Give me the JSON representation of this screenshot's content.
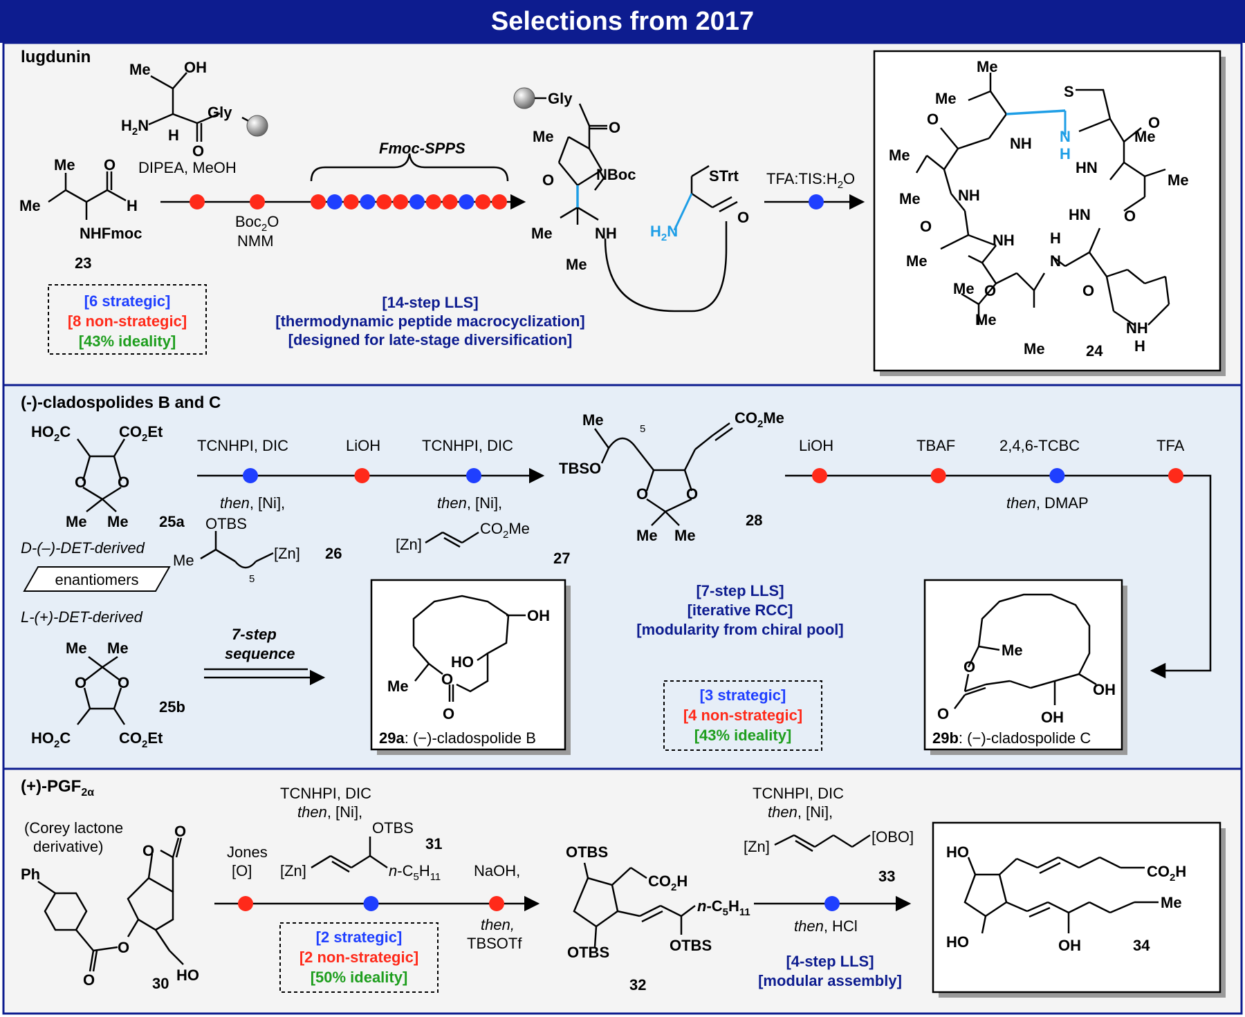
{
  "title": "Selections from 2017",
  "colors": {
    "strategic": "#1f3fff",
    "non_strategic": "#ff2a1a",
    "ideality": "#1e9e1e",
    "summary": "#0d1c8f",
    "highlight": "#1e9ee6",
    "title_bar": "#0d1c8f"
  },
  "lugdunin": {
    "heading": "lugdunin",
    "sm_label": "23",
    "sm_me": "Me",
    "sm_o": "O",
    "sm_h": "H",
    "sm_nhfmoc": "NHFmoc",
    "thr_me": "Me",
    "thr_oh": "OH",
    "thr_h2n": "H2N",
    "thr_h": "H",
    "thr_o": "O",
    "thr_gly": "Gly",
    "cond_top": "DIPEA, MeOH",
    "cond_boc": "Boc",
    "cond_boc_sub": "2",
    "cond_boc_tail": "O",
    "cond_nmm": "NMM",
    "spps": "Fmoc-SPPS",
    "int_gly": "Gly",
    "int_o": "O",
    "int_me": "Me",
    "int_nboc": "NBoc",
    "int_nh": "NH",
    "int_me2": "Me",
    "int_strt": "STrt",
    "int_h2n": "H2N",
    "cond_final": "TFA:TIS:H",
    "cond_final_sub": "2",
    "cond_final_tail": "O",
    "strategic": "[6 strategic]",
    "non_strategic": "[8 non-strategic]",
    "ideality": "[43% ideality]",
    "summary": [
      "[14-step LLS]",
      "[thermodynamic peptide macrocyclization]",
      "[designed for late-stage diversification]"
    ],
    "product_label": "24",
    "product_atoms": {
      "me": "Me",
      "s": "S",
      "nh": "NH",
      "n": "N",
      "h": "H",
      "o": "O",
      "hn": "HN",
      "meo": "Me"
    },
    "sequence": [
      "non",
      "non",
      "non",
      "strategic",
      "non",
      "strategic",
      "non",
      "non",
      "strategic",
      "non",
      "non",
      "strategic",
      "non",
      "non"
    ]
  },
  "cladospolides": {
    "heading": "(-)-cladospolides B and C",
    "sm_a_label": "25a",
    "sm_b_label": "25b",
    "sm_ho2c": "HO2C",
    "sm_co2et": "CO2Et",
    "sm_o": "O",
    "sm_me": "Me",
    "d_derived": "D-(–)-DET-derived",
    "enantiomers": "enantiomers",
    "l_derived": "L-(+)-DET-derived",
    "step1": "TCNHPI, DIC",
    "step2": "LiOH",
    "step3": "TCNHPI, DIC",
    "then_ni": "then, [Ni],",
    "reagent26_otbs": "OTBS",
    "reagent26_zn": "[Zn]",
    "reagent26_me": "Me",
    "reagent26_sub": "5",
    "reagent26_label": "26",
    "reagent27_zn": "[Zn]",
    "reagent27_co2me": "CO2Me",
    "reagent27_label": "27",
    "int_label": "28",
    "int_me": "Me",
    "int_tbso": "TBSO",
    "int_sub": "5",
    "int_co2me": "CO2Me",
    "int_o": "O",
    "step4": "LiOH",
    "step5": "TBAF",
    "step6": "2,4,6-TCBC",
    "step7": "TFA",
    "then_dmap": "then, DMAP",
    "seven_step": "7-step",
    "sequence_word": "sequence",
    "summary": [
      "[7-step LLS]",
      "[iterative RCC]",
      "[modularity from chiral pool]"
    ],
    "strategic": "[3 strategic]",
    "non_strategic": "[4 non-strategic]",
    "ideality": "[43% ideality]",
    "product_b_label": "29a",
    "product_b_name": ": (−)-cladospolide B",
    "product_c_label": "29b",
    "product_c_name": ": (−)-cladospolide C",
    "product_atoms": {
      "oh": "OH",
      "ho": "HO",
      "o": "O",
      "me": "Me"
    },
    "dots_left": [
      "strategic",
      "non",
      "strategic"
    ],
    "dots_right": [
      "non",
      "non",
      "strategic",
      "non"
    ]
  },
  "pgf": {
    "heading": "(+)-PGF",
    "heading_sub": "2α",
    "corey": [
      "(Corey lactone",
      "derivative)"
    ],
    "sm_label": "30",
    "sm_ph": "Ph",
    "sm_o": "O",
    "sm_ho": "HO",
    "step1": "Jones",
    "step1b": "[O]",
    "step2a": "TCNHPI, DIC",
    "step2b": "then, [Ni],",
    "reagent31_otbs": "OTBS",
    "reagent31_label": "31",
    "reagent31_zn": "[Zn]",
    "reagent31_chain": "n-C5H11",
    "step3a": "NaOH,",
    "step3b": "then,",
    "step3c": "TBSOTf",
    "strategic": "[2 strategic]",
    "non_strategic": "[2 non-strategic]",
    "ideality": "[50% ideality]",
    "int_label": "32",
    "int_atoms": {
      "otbs": "OTBS",
      "co2h": "CO2H",
      "chain": "n-C5H11"
    },
    "step4a": "TCNHPI, DIC",
    "step4b": "then, [Ni],",
    "reagent33_zn": "[Zn]",
    "reagent33_obo": "[OBO]",
    "reagent33_label": "33",
    "then_hcl": "then, HCl",
    "summary": [
      "[4-step LLS]",
      "[modular assembly]"
    ],
    "product_label": "34",
    "product_atoms": {
      "ho": "HO",
      "co2h": "CO2H",
      "me": "Me",
      "oh": "OH"
    },
    "dots": [
      "non",
      "strategic",
      "non"
    ],
    "dots_final": [
      "strategic"
    ]
  }
}
